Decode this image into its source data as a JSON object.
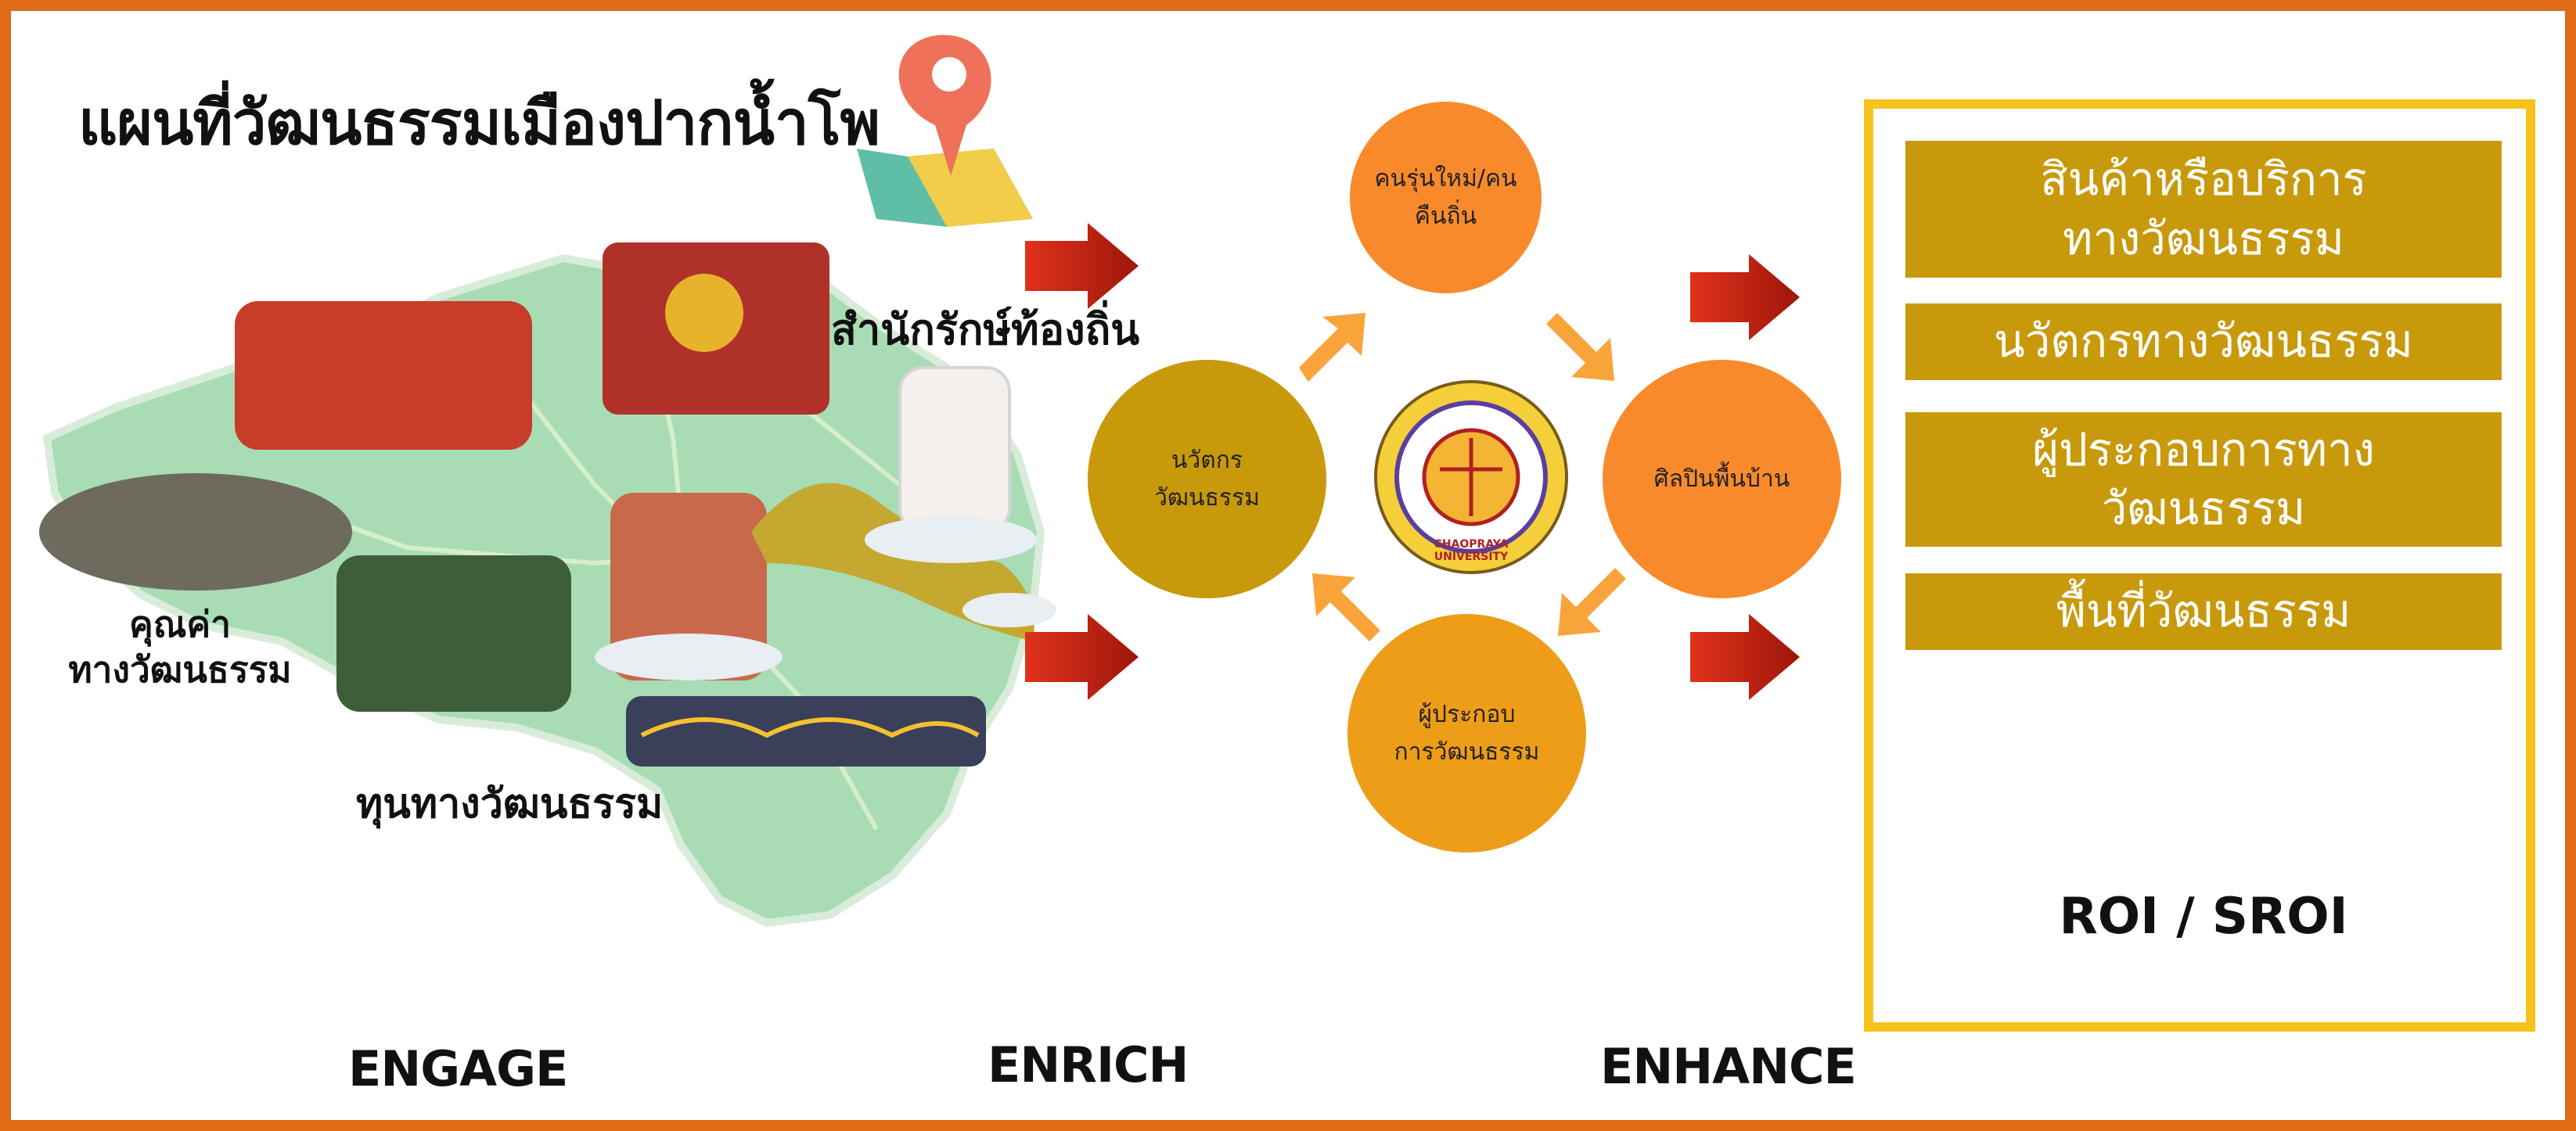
{
  "title": "แผนที่วัฒนธรรมเมืองปากน้ำโพ",
  "map": {
    "label_local_shrine": "สำนักรักษ์ท้องถิ่น",
    "label_cultural_value": "คุณค่า\nทางวัฒนธรรม",
    "label_cultural_capital": "ทุนทางวัฒนธรรม"
  },
  "cycle": {
    "top": "คนรุ่นใหม่/คน\nคืนถิ่น",
    "left": "นวัตกร\nวัฒนธรรม",
    "right": "ศิลปินพื้นบ้าน",
    "bottom": "ผู้ประกอบ\nการวัฒนธรรม",
    "center_logo_text": "CHAOPRAYA UNIVERSITY"
  },
  "results": [
    "สินค้าหรือบริการ\nทางวัฒนธรรม",
    "นวัตกรทางวัฒนธรรม",
    "ผู้ประกอบการทาง\nวัฒนธรรม",
    "พื้นที่วัฒนธรรม"
  ],
  "roi_label": "ROI / SROI",
  "stages": {
    "engage": "ENGAGE",
    "enrich": "ENRICH",
    "enhance": "ENHANCE"
  },
  "colors": {
    "frame": "#e06a16",
    "map_green": "#a8dcb4",
    "arrow_red": "#c0220e",
    "circle_orange": "#f98a2c",
    "circle_gold": "#c8990a",
    "box_border": "#f7c21c",
    "result_fill": "#c8990a",
    "up_arrow": "#f2581c"
  }
}
